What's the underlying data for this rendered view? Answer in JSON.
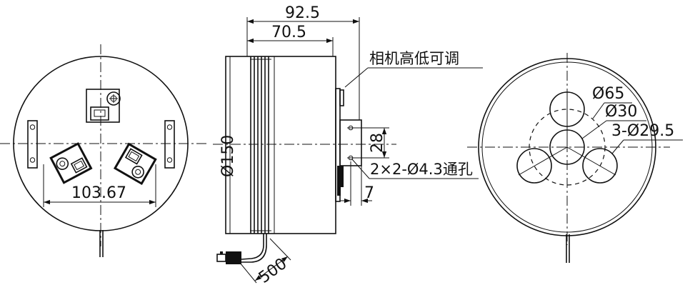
{
  "side_view": {
    "overall_depth": "92.5",
    "body_depth": "70.5",
    "diameter": "Ø150",
    "height_adjust_label": "相机高低可调",
    "mount_spacing": "28",
    "mount_holes": "2×2-Ø4.3通孔",
    "mount_offset": "7",
    "cable_length": "500"
  },
  "rear_view": {
    "connector_spacing": "103.67"
  },
  "front_view": {
    "ring_diameter": "Ø65",
    "center_diameter": "Ø30",
    "outer_diameter": "3-Ø29.5"
  }
}
